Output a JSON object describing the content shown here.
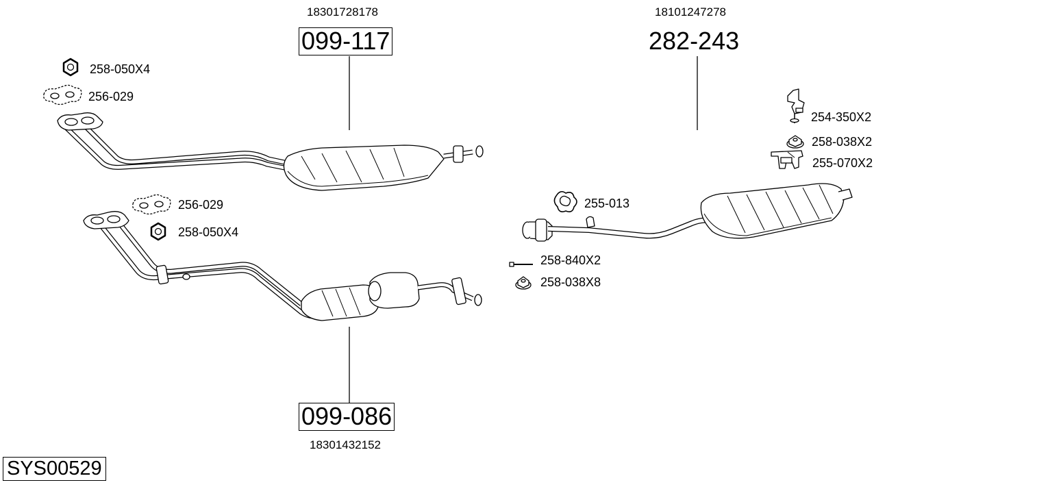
{
  "diagram_id": "SYS00529",
  "assemblies": [
    {
      "part": "099-117",
      "oe": "18301728178"
    },
    {
      "part": "282-243",
      "oe": "18101247278"
    },
    {
      "part": "099-086",
      "oe": "18301432152"
    }
  ],
  "hardware": {
    "nut_top_left": "258-050X4",
    "gasket_top_left": "256-029",
    "gasket_mid": "256-029",
    "nut_mid": "258-050X4",
    "bolt": "258-840X2",
    "nut_flange": "258-038X8",
    "seal_ring": "255-013",
    "hanger_bracket": "254-350X2",
    "nut_hanger": "258-038X2",
    "rubber_mount": "255-070X2"
  },
  "colors": {
    "line": "#000000",
    "fill": "#ffffff",
    "shade": "#e9e9e9"
  }
}
